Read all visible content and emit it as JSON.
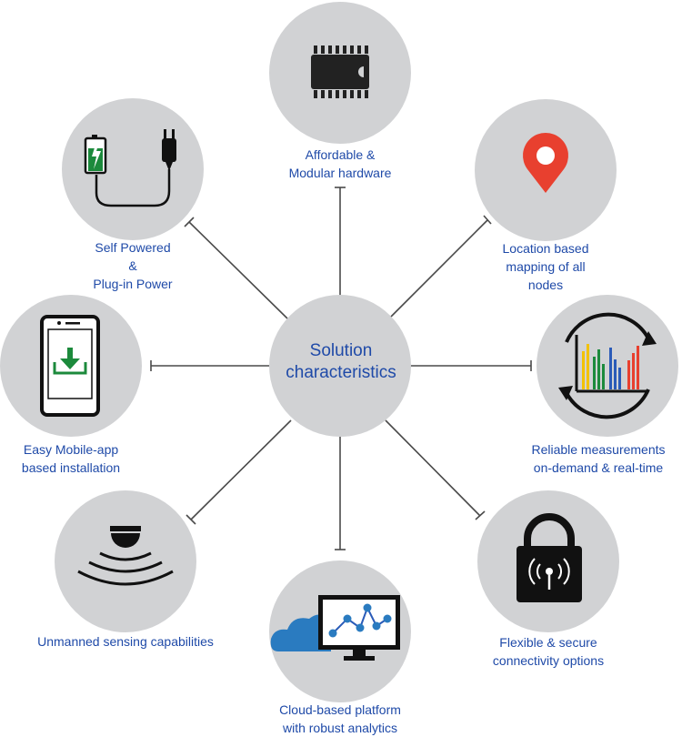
{
  "center": {
    "line1": "Solution",
    "line2": "characteristics"
  },
  "nodes": {
    "hardware": {
      "lines": [
        "Affordable &",
        "Modular hardware"
      ],
      "icon": "chip-icon"
    },
    "location": {
      "lines": [
        "Location based",
        "mapping of all",
        "nodes"
      ],
      "icon": "map-pin-icon"
    },
    "measurements": {
      "lines": [
        "Reliable measurements",
        "on-demand & real-time"
      ],
      "icon": "bar-chart-cycle-icon"
    },
    "connectivity": {
      "lines": [
        "Flexible & secure",
        "connectivity options"
      ],
      "icon": "padlock-wireless-icon"
    },
    "cloud": {
      "lines": [
        "Cloud-based platform",
        "with robust analytics"
      ],
      "icon": "cloud-monitor-icon"
    },
    "sensing": {
      "lines": [
        "Unmanned sensing capabilities"
      ],
      "icon": "sensor-waves-icon"
    },
    "mobile": {
      "lines": [
        "Easy Mobile-app",
        "based installation"
      ],
      "icon": "phone-download-icon"
    },
    "power": {
      "lines": [
        "Self Powered",
        "&",
        "Plug-in Power"
      ],
      "icon": "battery-plug-icon"
    }
  },
  "colors": {
    "label_text": "#1f4aa8",
    "circle_fill": "#d1d2d4",
    "connector": "#4a4a4a",
    "pin": "#e8402f",
    "battery": "#1c8a3c",
    "cloud": "#2a7bc0",
    "download_arrow": "#1c8a3c",
    "chart_bars": [
      "#f2c200",
      "#1c8a3c",
      "#2a5bb8",
      "#e8402f"
    ]
  }
}
